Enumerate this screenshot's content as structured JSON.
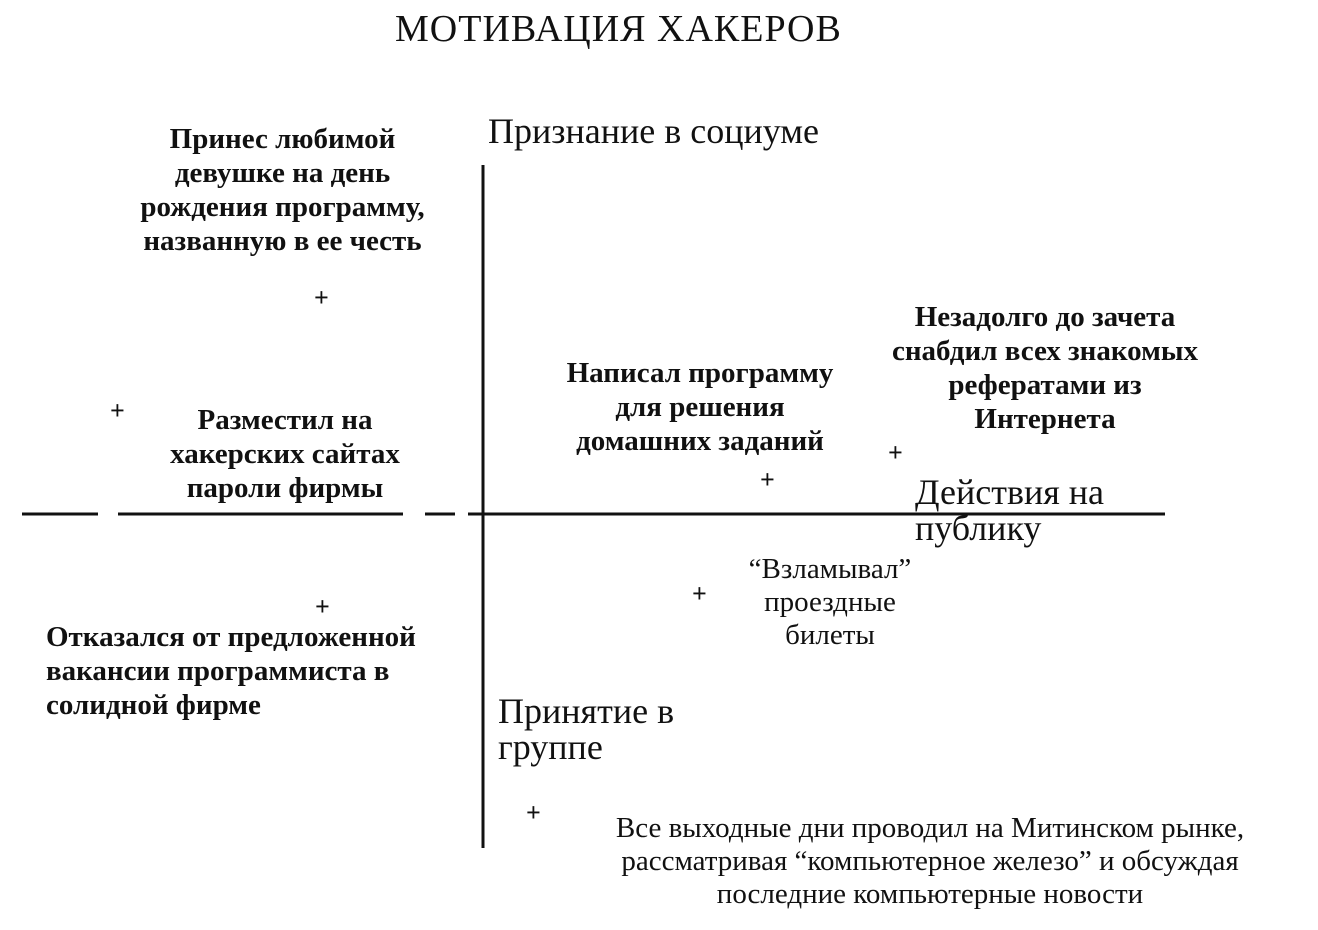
{
  "title": "МОТИВАЦИЯ ХАКЕРОВ",
  "axes": {
    "top": "Признание в социуме",
    "right": "Действия на\nпублику",
    "bottom": "Принятие в\nгруппе"
  },
  "markers": {
    "symbol": "+"
  },
  "notes": [
    {
      "text": "Принес любимой\nдевушке на день\nрождения программу,\nназванную в ее честь"
    },
    {
      "text": "Разместил на\nхакерских сайтах\nпароли фирмы"
    },
    {
      "text": "Написал программу\nдля решения\nдомашних заданий"
    },
    {
      "text": "Незадолго до зачета\nснабдил всех знакомых\nрефератами из\nИнтернета"
    },
    {
      "text": "Отказался от предложенной\nвакансии программиста в\nсолидной фирме"
    },
    {
      "text": "“Взламывал”\nпроездные\nбилеты"
    },
    {
      "text": "Все выходные дни проводил на Митинском рынке,\nрассматривая “компьютерное железо” и обсуждая\nпоследние компьютерные новости"
    }
  ]
}
